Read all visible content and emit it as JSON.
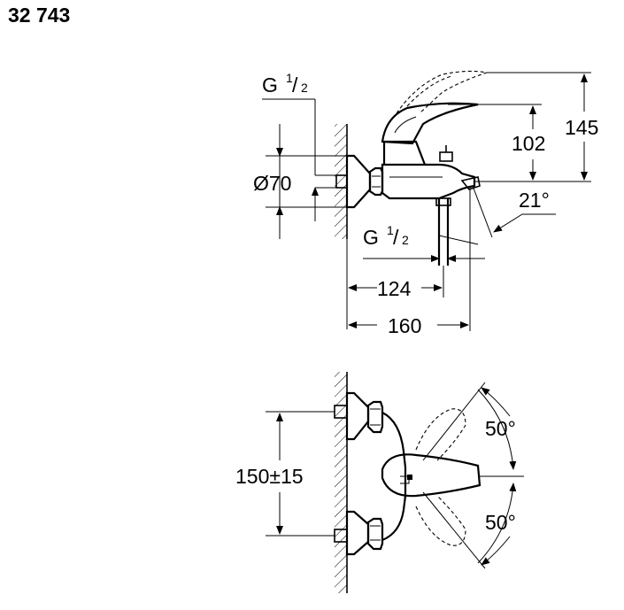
{
  "title": "32 743",
  "side_view": {
    "thread_top": {
      "g": "G",
      "num": "1",
      "den": "2"
    },
    "thread_bottom": {
      "g": "G",
      "num": "1",
      "den": "2"
    },
    "diameter": "Ø70",
    "height_102": "102",
    "height_145": "145",
    "angle": "21°",
    "width_124": "124",
    "width_160": "160"
  },
  "top_view": {
    "spacing": "150±15",
    "angle_upper": "50°",
    "angle_lower": "50°"
  }
}
